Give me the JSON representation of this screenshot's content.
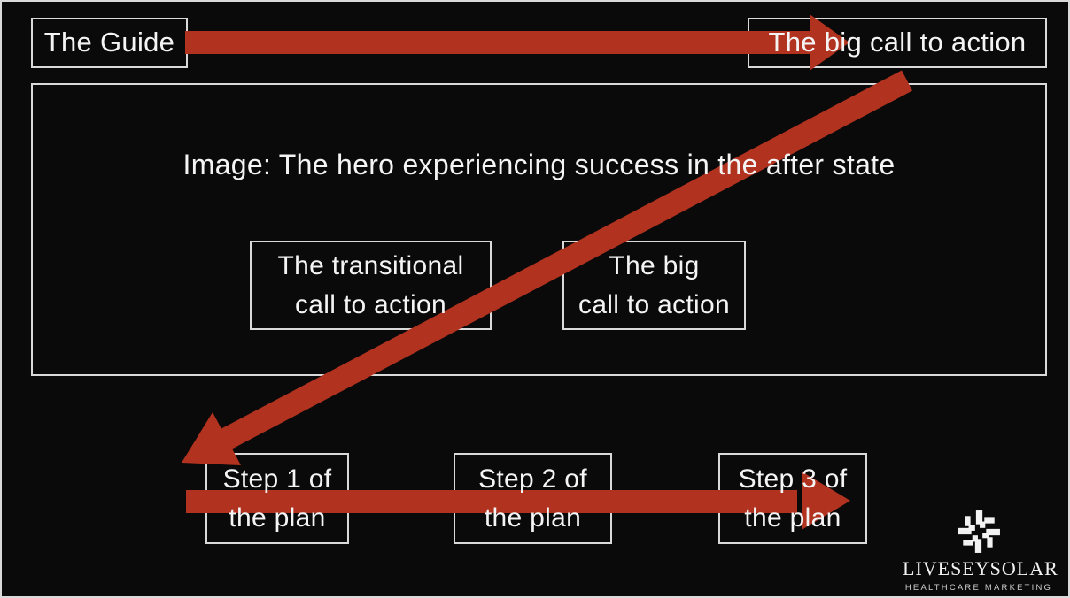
{
  "slide": {
    "background": "#0a0a0a",
    "accent_red": "#b23220",
    "border_color": "#d9d9d9",
    "text_color": "#f4f4f4"
  },
  "top": {
    "guide": "The Guide",
    "big_cta": "The big call to action"
  },
  "hero": {
    "caption": "Image: The hero experiencing success in the after state",
    "transitional_cta": "The transitional\ncall to action",
    "big_cta": "The big\ncall to action"
  },
  "steps": [
    {
      "label": "Step 1 of\nthe plan"
    },
    {
      "label": "Step 2 of\nthe plan"
    },
    {
      "label": "Step 3 of\nthe plan"
    }
  ],
  "arrows": {
    "top_arrow": "guide-to-big-cta",
    "diagonal_arrow": "big-cta-to-step-1",
    "bottom_arrow": "step-1-to-step-3"
  },
  "logo": {
    "icon": "weave-pinwheel-icon",
    "name": "LIVESEYSOLAR",
    "tagline": "HEALTHCARE MARKETING"
  }
}
